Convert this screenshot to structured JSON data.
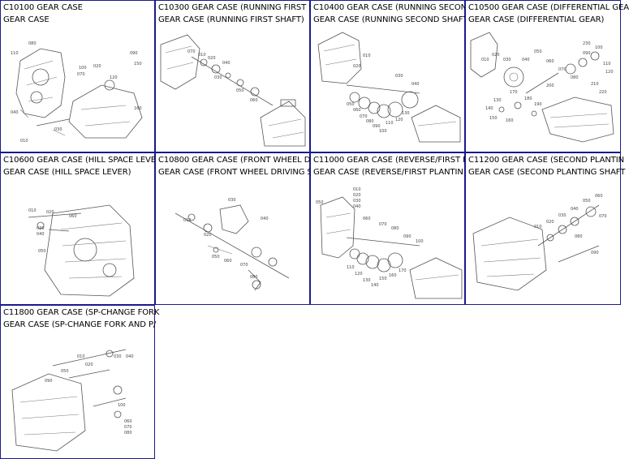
{
  "cells": [
    {
      "code": "C10100 GEAR CASE",
      "name": "GEAR CASE"
    },
    {
      "code": "C10300 GEAR CASE (RUNNING FIRST SH",
      "name": "GEAR CASE (RUNNING FIRST SHAFT)"
    },
    {
      "code": "C10400 GEAR CASE (RUNNING SECOND",
      "name": "GEAR CASE (RUNNING SECOND SHAFT)"
    },
    {
      "code": "C10500 GEAR CASE (DIFFERENTIAL GEA",
      "name": "GEAR CASE (DIFFERENTIAL GEAR)"
    },
    {
      "code": "C10600 GEAR CASE (HILL SPACE LEVER",
      "name": "GEAR CASE (HILL SPACE LEVER)"
    },
    {
      "code": "C10800 GEAR CASE (FRONT WHEEL DRI",
      "name": "GEAR CASE (FRONT WHEEL DRIVING SH"
    },
    {
      "code": "C11000 GEAR CASE (REVERSE/FIRST P",
      "name": "GEAR CASE (REVERSE/FIRST PLANTIN"
    },
    {
      "code": "C11200 GEAR CASE (SECOND PLANTIN",
      "name": "GEAR CASE (SECOND PLANTING SHAFT"
    },
    {
      "code": "C11800 GEAR CASE (SP-CHANGE FORK",
      "name": "GEAR CASE (SP-CHANGE FORK AND P/"
    }
  ],
  "diagram_labels": {
    "c0": [
      "110",
      "080",
      "020",
      "070",
      "090",
      "010",
      "030",
      "120",
      "150",
      "040",
      "160",
      "100"
    ],
    "c1": [
      "010",
      "020",
      "030",
      "040",
      "050",
      "060",
      "070"
    ],
    "c2": [
      "010",
      "020",
      "030",
      "040",
      "050",
      "060",
      "070",
      "080",
      "090",
      "100",
      "110",
      "120",
      "130"
    ],
    "c3": [
      "010",
      "020",
      "030",
      "040",
      "050",
      "060",
      "070",
      "080",
      "090",
      "100",
      "110",
      "120",
      "130",
      "140",
      "150",
      "160",
      "170",
      "180",
      "190",
      "200",
      "210",
      "220",
      "230"
    ],
    "c4": [
      "010",
      "020",
      "030",
      "040",
      "050",
      "060"
    ],
    "c5": [
      "010",
      "020",
      "030",
      "040",
      "050",
      "060",
      "070",
      "080"
    ],
    "c6": [
      "010",
      "020",
      "030",
      "040",
      "050",
      "060",
      "070",
      "080",
      "090",
      "100",
      "110",
      "120",
      "130",
      "140",
      "150",
      "160",
      "170"
    ],
    "c7": [
      "010",
      "020",
      "030",
      "040",
      "050",
      "060",
      "070",
      "080",
      "090"
    ],
    "c8": [
      "010",
      "020",
      "030",
      "040",
      "050",
      "060",
      "070",
      "080",
      "090",
      "100"
    ]
  }
}
